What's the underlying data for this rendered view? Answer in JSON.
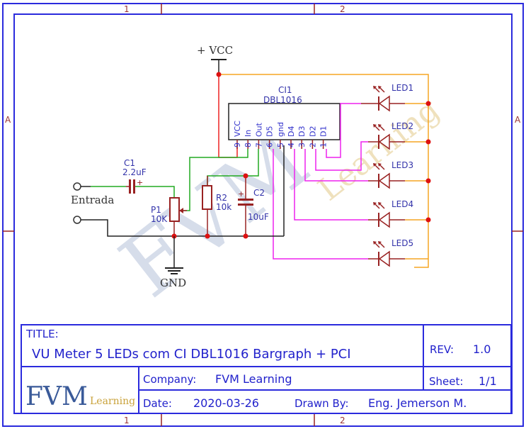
{
  "frame": {
    "column_labels": [
      "1",
      "2"
    ],
    "row_labels": [
      "A"
    ]
  },
  "watermark": {
    "main": "FVM",
    "sub": "Learning"
  },
  "power": {
    "vcc_label": "+ VCC",
    "gnd_label": "GND"
  },
  "input": {
    "label": "Entrada"
  },
  "ic": {
    "ref": "CI1",
    "part": "DBL1016",
    "pins": [
      {
        "name": "VCC",
        "num": "9"
      },
      {
        "name": "In",
        "num": "8"
      },
      {
        "name": "Out",
        "num": "7"
      },
      {
        "name": "D5",
        "num": "6"
      },
      {
        "name": "gnd",
        "num": "5"
      },
      {
        "name": "D4",
        "num": "4"
      },
      {
        "name": "D3",
        "num": "3"
      },
      {
        "name": "D2",
        "num": "2"
      },
      {
        "name": "D1",
        "num": "1"
      }
    ]
  },
  "components": {
    "c1": {
      "ref": "C1",
      "value": "2.2uF"
    },
    "p1": {
      "ref": "P1",
      "value": "10K"
    },
    "r2": {
      "ref": "R2",
      "value": "10k"
    },
    "c2": {
      "ref": "C2",
      "value": "10uF"
    }
  },
  "leds": [
    "LED1",
    "LED2",
    "LED3",
    "LED4",
    "LED5"
  ],
  "title_block": {
    "title_label": "TITLE:",
    "title": "VU Meter 5 LEDs com CI DBL1016 Bargraph + PCI",
    "rev_label": "REV:",
    "rev": "1.0",
    "company_label": "Company:",
    "company": "FVM Learning",
    "sheet_label": "Sheet:",
    "sheet": "1/1",
    "date_label": "Date:",
    "date": "2020-03-26",
    "drawn_by_label": "Drawn By:",
    "drawn_by": "Eng. Jemerson M.",
    "logo_main": "FVM",
    "logo_sub": "Learning"
  },
  "colors": {
    "frame": "#2b2bdd",
    "wire_black": "#222222",
    "wire_red": "#ee2222",
    "wire_orange": "#f5a623",
    "wire_green": "#22aa22",
    "wire_magenta": "#ee22ee",
    "component": "#992222",
    "junction": "#dd1111"
  }
}
